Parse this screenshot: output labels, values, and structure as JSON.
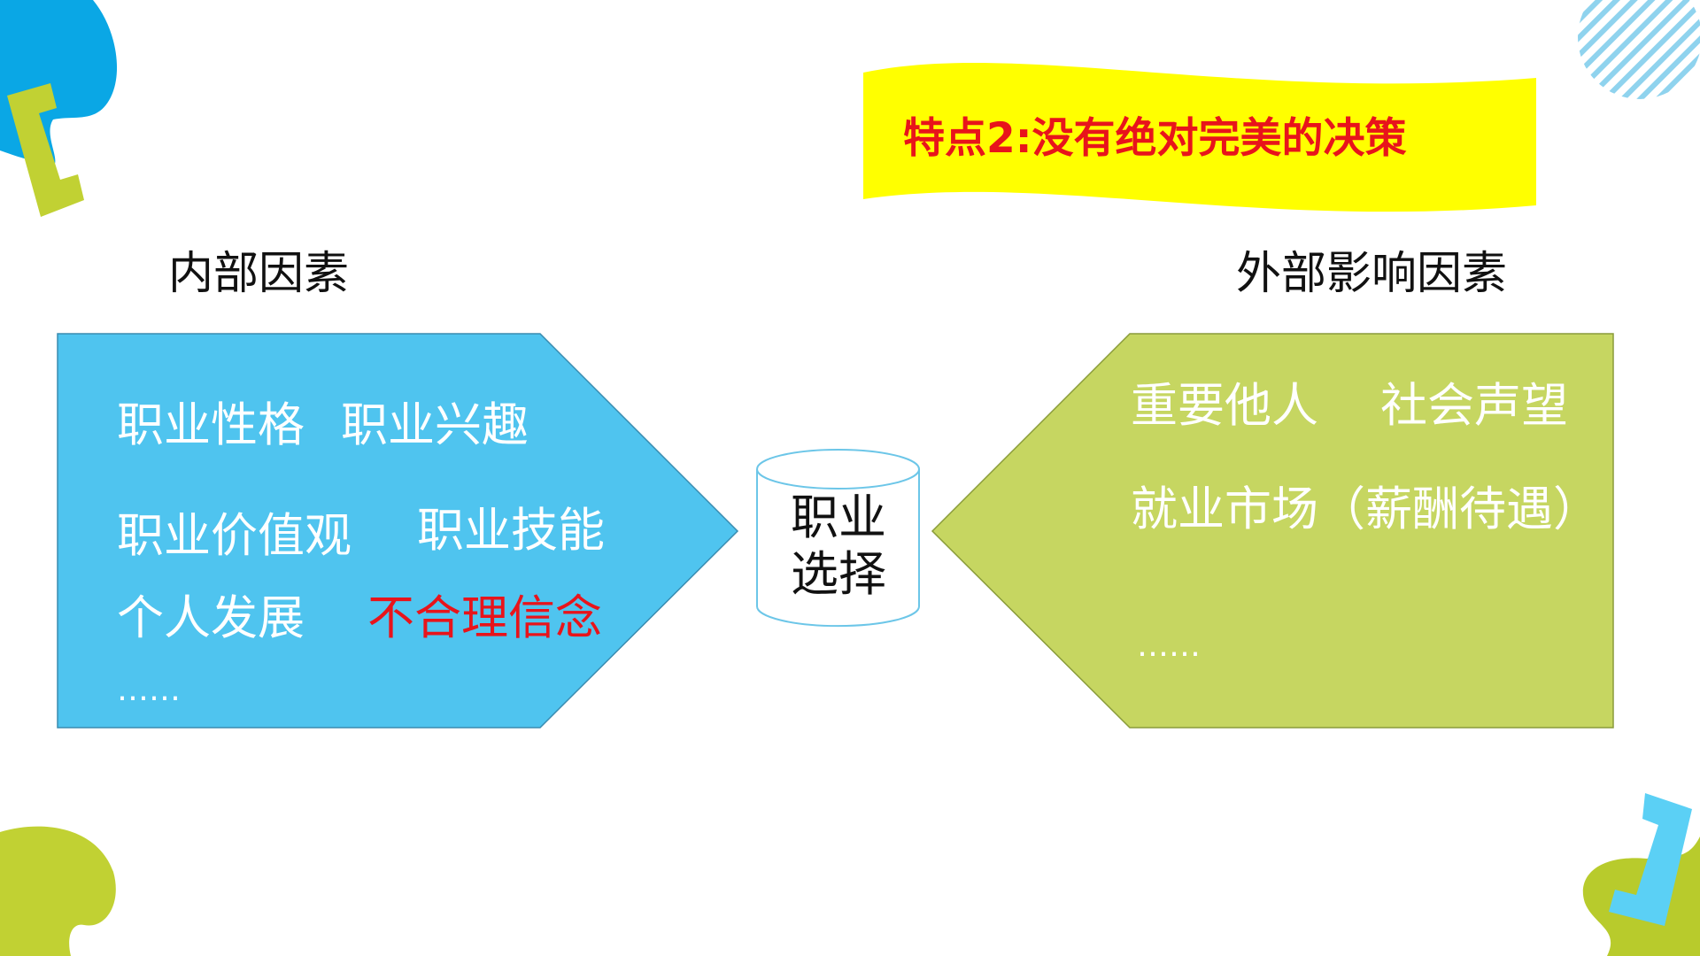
{
  "banner": {
    "title": "特点2:没有绝对完美的决策"
  },
  "left": {
    "heading": "内部因素",
    "items": [
      "职业性格",
      "职业兴趣",
      "职业价值观",
      "职业技能",
      "个人发展",
      "不合理信念"
    ],
    "ellipsis": "……"
  },
  "center": {
    "line1": "职业",
    "line2": "选择"
  },
  "right": {
    "heading": "外部影响因素",
    "items": [
      "重要他人",
      "社会声望",
      "就业市场（薪酬待遇）"
    ],
    "ellipsis": "……"
  },
  "colors": {
    "blue": "#4fc4ef",
    "green": "#c6d661",
    "yellow": "#ffff00",
    "red": "#e8141b"
  }
}
